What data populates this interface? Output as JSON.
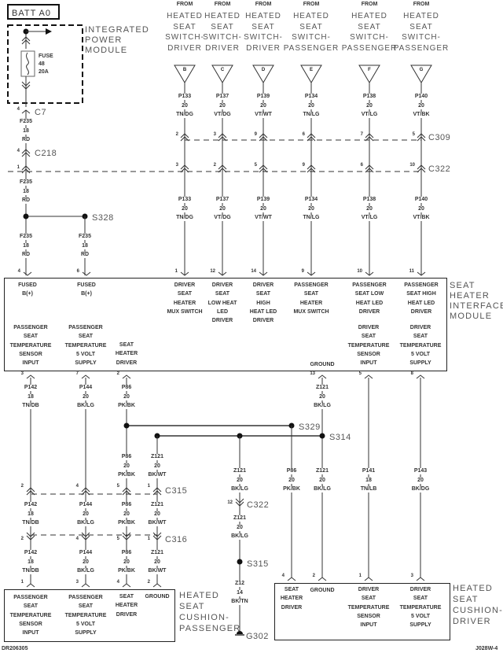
{
  "header": {
    "battery": "BATT A0"
  },
  "ipm": {
    "title_lines": [
      "INTEGRATED",
      "POWER",
      "MODULE"
    ],
    "fuse_lines": [
      "FUSE",
      "48",
      "20A"
    ]
  },
  "feed": {
    "c7": {
      "name": "C7",
      "pin": "4"
    },
    "wire1": [
      "F235",
      "18",
      "RD"
    ],
    "c218": {
      "name": "C218",
      "pin": "4"
    },
    "c322_pin": "1",
    "wire2": [
      "F235",
      "18",
      "RD"
    ],
    "s328": "S328",
    "wire3": [
      "F235",
      "18",
      "RD"
    ],
    "wire4": [
      "F235",
      "18",
      "RD"
    ]
  },
  "connectors": {
    "c309": "C309",
    "c322": "C322",
    "c315": "C315",
    "c316": "C316"
  },
  "switch_circuits": [
    {
      "from": "FROM",
      "title": [
        "HEATED",
        "SEAT",
        "SWITCH-",
        "DRIVER"
      ],
      "cavity": "B",
      "wire_in": [
        "P133",
        "20",
        "TN/DG"
      ],
      "c309_pin": "2",
      "c322_pin": "3",
      "wire_out": [
        "P133",
        "20",
        "TN/DG"
      ]
    },
    {
      "from": "FROM",
      "title": [
        "HEATED",
        "SEAT",
        "SWITCH-",
        "DRIVER"
      ],
      "cavity": "C",
      "wire_in": [
        "P137",
        "20",
        "VT/DG"
      ],
      "c309_pin": "3",
      "c322_pin": "2",
      "wire_out": [
        "P137",
        "20",
        "VT/DG"
      ]
    },
    {
      "from": "FROM",
      "title": [
        "HEATED",
        "SEAT",
        "SWITCH-",
        "DRIVER"
      ],
      "cavity": "D",
      "wire_in": [
        "P139",
        "20",
        "VT/WT"
      ],
      "c309_pin": "9",
      "c322_pin": "5",
      "wire_out": [
        "P139",
        "20",
        "VT/WT"
      ]
    },
    {
      "from": "FROM",
      "title": [
        "HEATED",
        "SEAT",
        "SWITCH-",
        "PASSENGER"
      ],
      "cavity": "E",
      "wire_in": [
        "P134",
        "20",
        "TN/LG"
      ],
      "c309_pin": "6",
      "c322_pin": "9",
      "wire_out": [
        "P134",
        "20",
        "TN/LG"
      ]
    },
    {
      "from": "FROM",
      "title": [
        "HEATED",
        "SEAT",
        "SWITCH-",
        "PASSENGER"
      ],
      "cavity": "F",
      "wire_in": [
        "P138",
        "20",
        "VT/LG"
      ],
      "c309_pin": "7",
      "c322_pin": "6",
      "wire_out": [
        "P138",
        "20",
        "VT/LG"
      ]
    },
    {
      "from": "FROM",
      "title": [
        "HEATED",
        "SEAT",
        "SWITCH-",
        "PASSENGER"
      ],
      "cavity": "G",
      "wire_in": [
        "P140",
        "20",
        "VT/BK"
      ],
      "c309_pin": "5",
      "c322_pin": "10",
      "wire_out": [
        "P140",
        "20",
        "VT/BK"
      ]
    }
  ],
  "module": {
    "title": [
      "SEAT",
      "HEATER",
      "INTERFACE",
      "MODULE"
    ],
    "top_pins": [
      {
        "pin": "4",
        "label": [
          "FUSED",
          "B(+)"
        ]
      },
      {
        "pin": "6",
        "label": [
          "FUSED",
          "B(+)"
        ]
      },
      {
        "pin": "1",
        "label": [
          "DRIVER",
          "SEAT",
          "HEATER",
          "MUX SWITCH"
        ]
      },
      {
        "pin": "12",
        "label": [
          "DRIVER",
          "SEAT",
          "LOW HEAT",
          "LED",
          "DRIVER"
        ]
      },
      {
        "pin": "14",
        "label": [
          "DRIVER",
          "SEAT",
          "HIGH",
          "HEAT LED",
          "DRIVER"
        ]
      },
      {
        "pin": "9",
        "label": [
          "PASSENGER",
          "SEAT",
          "HEATER",
          "MUX SWITCH"
        ]
      },
      {
        "pin": "10",
        "label": [
          "PASSENGER",
          "SEAT LOW",
          "HEAT LED",
          "DRIVER"
        ]
      },
      {
        "pin": "11",
        "label": [
          "PASSENGER",
          "SEAT HIGH",
          "HEAT LED",
          "DRIVER"
        ]
      }
    ],
    "bottom_pins": [
      {
        "pin": "3",
        "label": [
          "PASSENGER",
          "SEAT",
          "TEMPERATURE",
          "SENSOR",
          "INPUT"
        ],
        "wire": [
          "P142",
          "18",
          "TN/DB"
        ]
      },
      {
        "pin": "7",
        "label": [
          "PASSENGER",
          "SEAT",
          "TEMPERATURE",
          "5 VOLT",
          "SUPPLY"
        ],
        "wire": [
          "P144",
          "20",
          "BK/LG"
        ]
      },
      {
        "pin": "2",
        "label": [
          "SEAT",
          "HEATER",
          "DRIVER"
        ],
        "wire": [
          "P86",
          "20",
          "PK/BK"
        ]
      },
      {
        "pin": "13",
        "label": [
          "GROUND"
        ],
        "wire": [
          "Z121",
          "20",
          "BK/LG"
        ]
      },
      {
        "pin": "5",
        "label": [
          "DRIVER",
          "SEAT",
          "TEMPERATURE",
          "SENSOR",
          "INPUT"
        ],
        "wire": []
      },
      {
        "pin": "8",
        "label": [
          "DRIVER",
          "SEAT",
          "TEMPERATURE",
          "5 VOLT",
          "SUPPLY"
        ],
        "wire": []
      }
    ]
  },
  "splices": {
    "s329": "S329",
    "s314": "S314",
    "s315": "S315"
  },
  "passenger_branch": {
    "after_splice": [
      [
        "P86",
        "20",
        "PK/BK"
      ],
      [
        "Z121",
        "20",
        "BK/WT"
      ]
    ],
    "c315_pins": [
      "2",
      "4",
      "5",
      "1"
    ],
    "mid_wires": [
      [
        "P142",
        "18",
        "TN/DB"
      ],
      [
        "P144",
        "20",
        "BK/LG"
      ],
      [
        "P86",
        "20",
        "PK/BK"
      ],
      [
        "Z121",
        "20",
        "BK/WT"
      ]
    ],
    "c316_pins": [
      "2",
      "4",
      "5",
      "1"
    ],
    "end_wires": [
      [
        "P142",
        "18",
        "TN/DB"
      ],
      [
        "P144",
        "20",
        "BK/LG"
      ],
      [
        "P86",
        "20",
        "PK/BK"
      ],
      [
        "Z121",
        "20",
        "BK/WT"
      ]
    ],
    "cushion_pins": [
      "1",
      "3",
      "4",
      "2"
    ],
    "cushion_labels": [
      [
        "PASSENGER",
        "SEAT",
        "TEMPERATURE",
        "SENSOR",
        "INPUT"
      ],
      [
        "PASSENGER",
        "SEAT",
        "TEMPERATURE",
        "5 VOLT",
        "SUPPLY"
      ],
      [
        "SEAT",
        "HEATER",
        "DRIVER"
      ],
      [
        "GROUND"
      ]
    ],
    "title": [
      "HEATED",
      "SEAT",
      "CUSHION-",
      "PASSENGER"
    ]
  },
  "ground_branch": {
    "wire1": [
      "Z121",
      "20",
      "BK/LG"
    ],
    "c322": {
      "name": "C322",
      "pin": "12"
    },
    "wire2": [
      "Z121",
      "20",
      "BK/LG"
    ],
    "wire3": [
      "Z12",
      "14",
      "BK/TN"
    ],
    "ground": "G302"
  },
  "driver_branch": {
    "wires": [
      [
        "P86",
        "20",
        "PK/BK"
      ],
      [
        "Z121",
        "20",
        "BK/LG"
      ],
      [
        "P141",
        "18",
        "TN/LB"
      ],
      [
        "P143",
        "20",
        "BK/DG"
      ]
    ],
    "cushion_pins": [
      "4",
      "2",
      "1",
      "3"
    ],
    "cushion_labels": [
      [
        "SEAT",
        "HEATER",
        "DRIVER"
      ],
      [
        "GROUND"
      ],
      [
        "DRIVER",
        "SEAT",
        "TEMPERATURE",
        "SENSOR",
        "INPUT"
      ],
      [
        "DRIVER",
        "SEAT",
        "TEMPERATURE",
        "5 VOLT",
        "SUPPLY"
      ]
    ],
    "title": [
      "HEATED",
      "SEAT",
      "CUSHION-",
      "DRIVER"
    ]
  },
  "footer": {
    "left_code": "DR206305",
    "right_code": "J028W-4"
  }
}
